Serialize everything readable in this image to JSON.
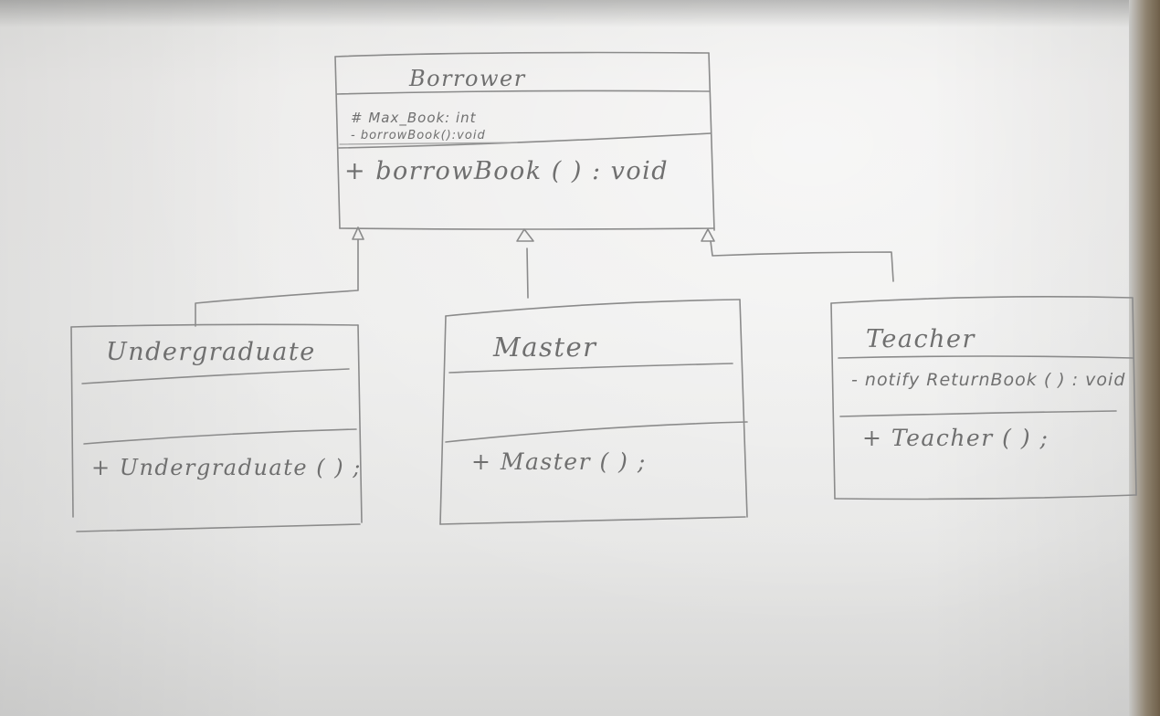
{
  "classes": {
    "borrower": {
      "name": "Borrower",
      "attributes": [
        "# Max_Book: int",
        "- borrowBook():void"
      ],
      "methods": [
        "+   borrowBook ( ) : void"
      ]
    },
    "undergraduate": {
      "name": "Undergraduate",
      "attributes": [],
      "methods": [
        "+ Undergraduate ( ) ;"
      ]
    },
    "master": {
      "name": "Master",
      "attributes": [],
      "methods": [
        "+ Master ( ) ;"
      ]
    },
    "teacher": {
      "name": "Teacher",
      "attributes": [
        "-  notify ReturnBook ( ) : void"
      ],
      "methods": [
        "+ Teacher ( ) ;"
      ]
    }
  },
  "relations": [
    {
      "type": "generalization",
      "from": "Undergraduate",
      "to": "Borrower"
    },
    {
      "type": "generalization",
      "from": "Master",
      "to": "Borrower"
    },
    {
      "type": "generalization",
      "from": "Teacher",
      "to": "Borrower"
    }
  ],
  "colors": {
    "paper": "#ededec",
    "pencil": "#8b8b8b",
    "pencil_text": "#6f6f6f"
  }
}
